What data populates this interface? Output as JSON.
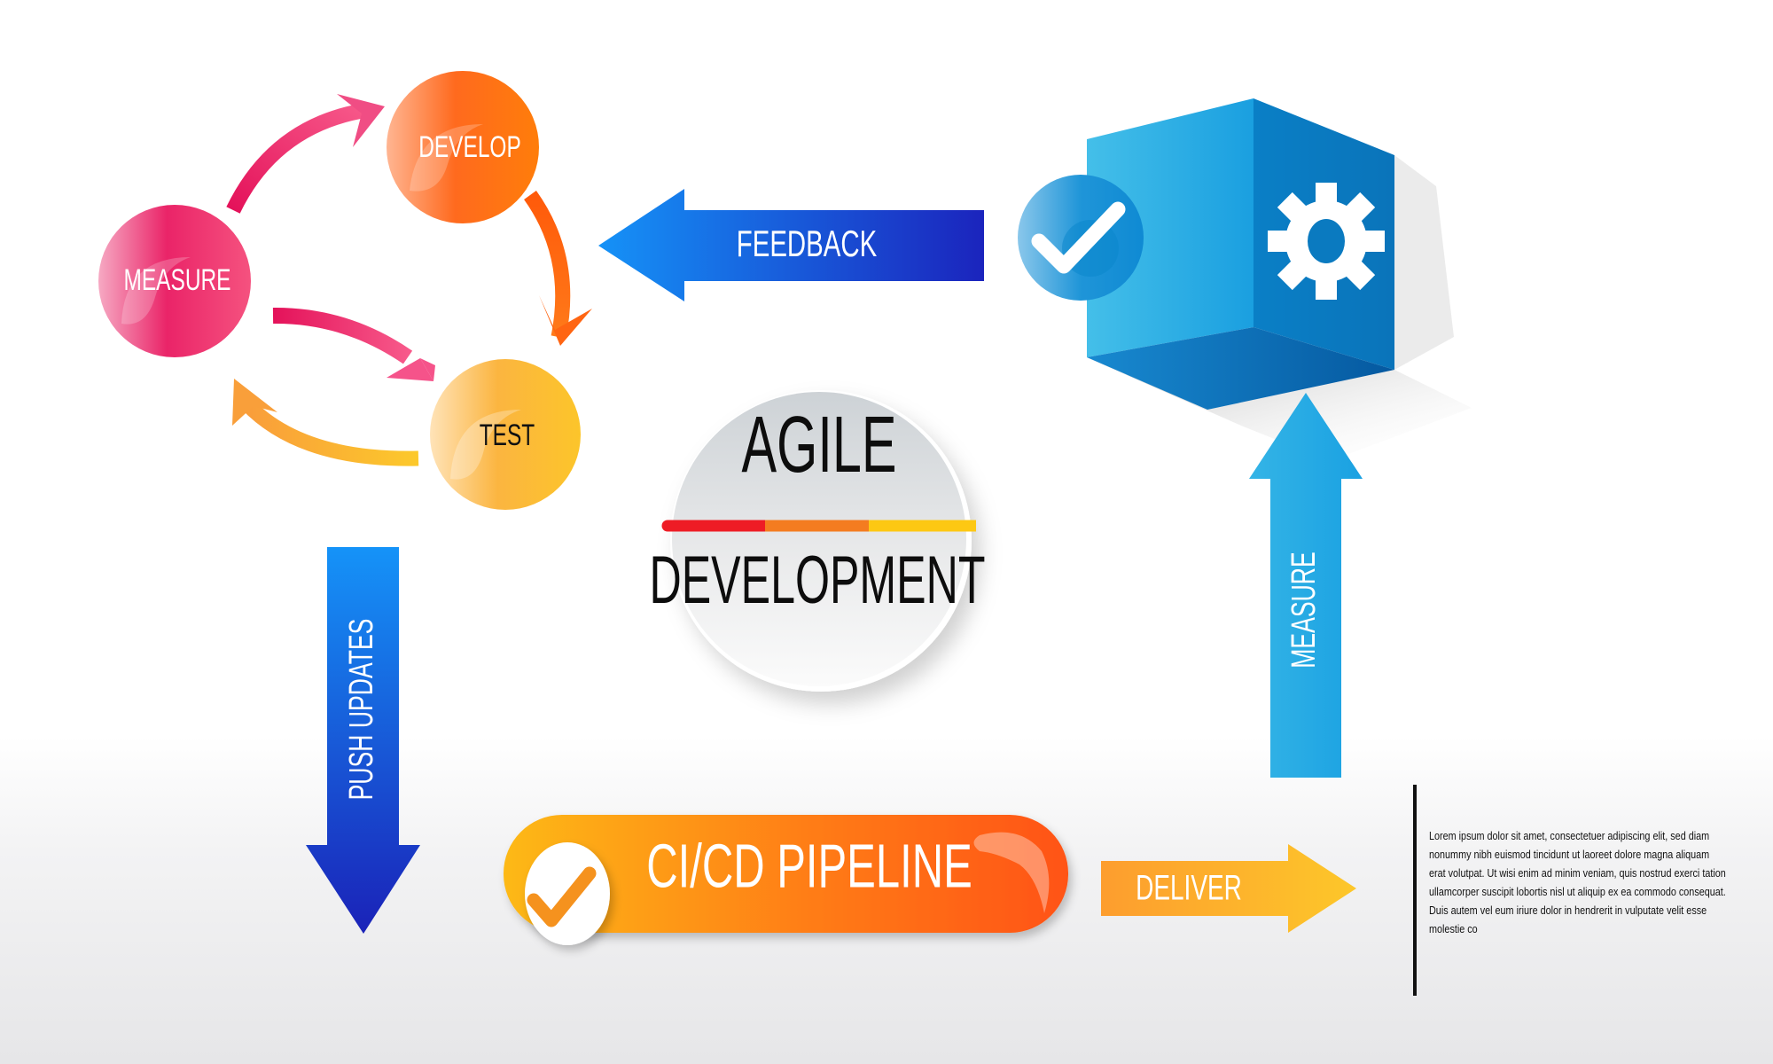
{
  "title": {
    "line1": "AGILE",
    "line2": "DEVELOPMENT",
    "divider_colors": [
      "#ee1c25",
      "#f47c20",
      "#fdc813"
    ]
  },
  "cycle": {
    "nodes": [
      {
        "id": "develop",
        "label": "DEVELOP",
        "color_light": "#ffb08a",
        "color": "#ff5a0a"
      },
      {
        "id": "measure",
        "label": "MEASURE",
        "color_light": "#f7a8c2",
        "color": "#e8185e"
      },
      {
        "id": "test",
        "label": "TEST",
        "color_light": "#ffe0ad",
        "color": "#fbb21d"
      }
    ]
  },
  "arrows": {
    "feedback": "FEEDBACK",
    "push_updates": "PUSH UPDATES",
    "measure": "MEASURE",
    "deliver": "DELIVER"
  },
  "pipeline": {
    "label": "CI/CD PIPELINE",
    "icon": "check-icon"
  },
  "cube": {
    "front_icon": "check-icon",
    "side_icon": "gear-icon",
    "color": "#1a9be0"
  },
  "description": "Lorem ipsum dolor sit amet, consectetuer adipiscing elit, sed diam nonummy nibh euismod tincidunt ut laoreet dolore magna aliquam erat volutpat. Ut wisi enim ad minim veniam, quis nostrud exerci tation ullamcorper suscipit lobortis nisl ut aliquip ex ea commodo consequat. Duis autem vel eum iriure dolor in hendrerit in vulputate velit esse molestie co"
}
